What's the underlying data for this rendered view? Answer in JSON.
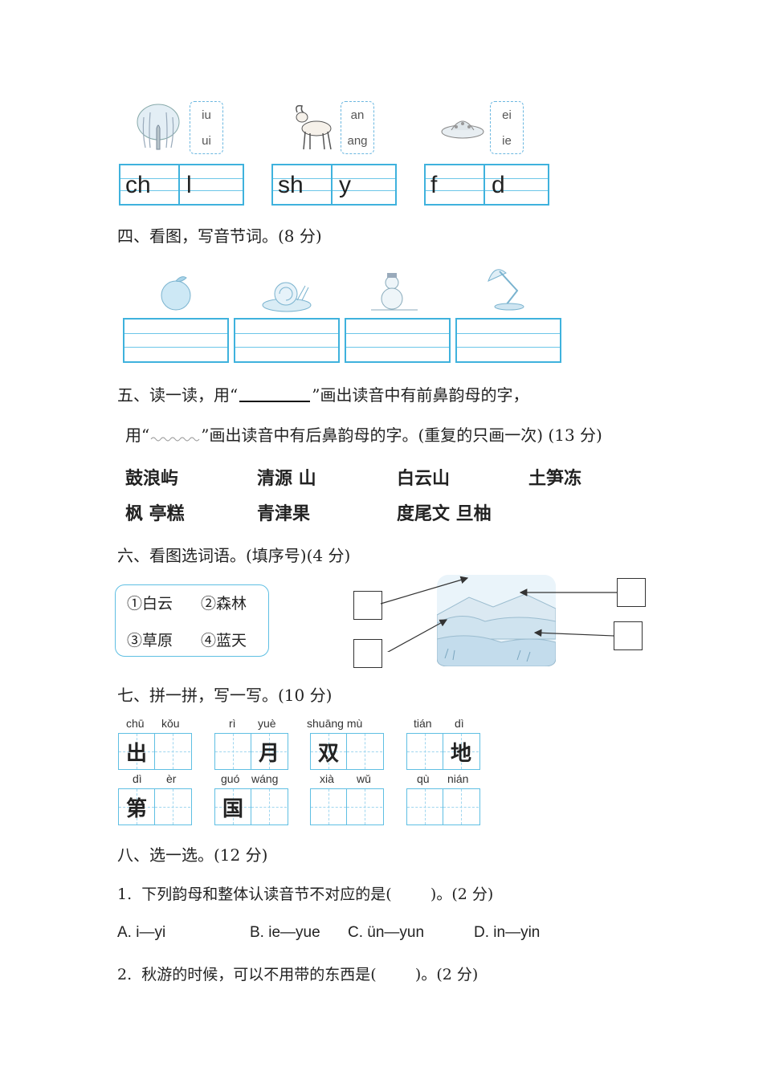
{
  "s3": {
    "items": [
      {
        "icon": "willow-tree-icon",
        "py_top": "iu",
        "py_bottom": "ui",
        "cell1": "ch",
        "cell2": "l"
      },
      {
        "icon": "goat-icon",
        "py_top": "an",
        "py_bottom": "ang",
        "cell1": "sh",
        "cell2": "y"
      },
      {
        "icon": "ufo-icon",
        "py_top": "ei",
        "py_bottom": "ie",
        "cell1": "f",
        "cell2": "d"
      }
    ]
  },
  "s4": {
    "title": "四、看图，写音节词。(8 分)",
    "icons": [
      "apple-icon",
      "snail-icon",
      "snowman-icon",
      "desk-lamp-icon"
    ]
  },
  "s5": {
    "line1_a": "五、读一读，用“",
    "line1_b": "”画出读音中有前鼻韵母的字，",
    "line2_a": "用“",
    "line2_b": "”画出读音中有后鼻韵母的字。(重复的只画一次) (13 分)",
    "row1": [
      "鼓浪屿",
      "清源 山",
      "白云山",
      "土笋冻"
    ],
    "row2": [
      "枫 亭糕",
      "青津果",
      "度尾文 旦柚"
    ]
  },
  "s6": {
    "title": "六、看图选词语。(填序号)(4 分)",
    "opts": [
      "①白云",
      "②森林",
      "③草原",
      "④蓝天"
    ]
  },
  "s7": {
    "title": "七、拼一拼，写一写。(10 分)",
    "row1": [
      {
        "p1": "chū",
        "p2": "kǒu",
        "c1": "出",
        "c2": ""
      },
      {
        "p1": "rì",
        "p2": "yuè",
        "c1": "",
        "c2": "月"
      },
      {
        "p1": "shuāng mù",
        "p2": "",
        "c1": "双",
        "c2": ""
      },
      {
        "p1": "tián",
        "p2": "dì",
        "c1": "",
        "c2": "地"
      }
    ],
    "row2": [
      {
        "p1": "dì",
        "p2": "èr",
        "c1": "第",
        "c2": ""
      },
      {
        "p1": "guó",
        "p2": "wáng",
        "c1": "国",
        "c2": ""
      },
      {
        "p1": "xià",
        "p2": "wǔ",
        "c1": "",
        "c2": ""
      },
      {
        "p1": "qù",
        "p2": "nián",
        "c1": "",
        "c2": ""
      }
    ]
  },
  "s8": {
    "title": "八、选一选。(12 分)",
    "q1": "1.  下列韵母和整体认读音节不对应的是(        )。(2 分)",
    "opts": [
      "A. i—yi",
      "B. ie—yue",
      "C. ün—yun",
      "D. in—yin"
    ],
    "q2": "2.  秋游的时候，可以不用带的东西是(        )。(2 分)"
  }
}
